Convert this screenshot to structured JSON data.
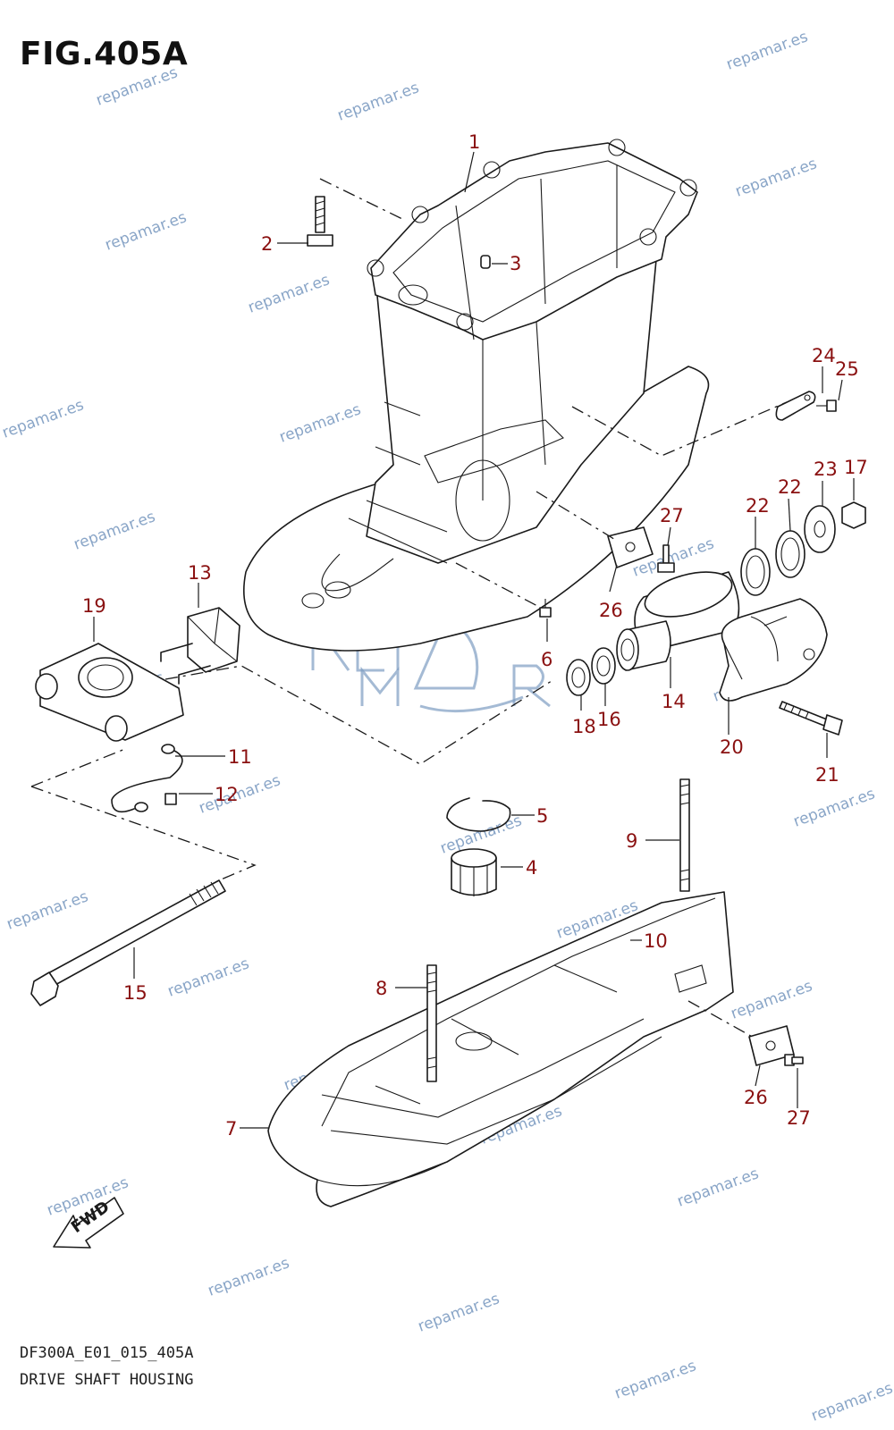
{
  "header": {
    "title": "FIG.405A"
  },
  "footer": {
    "code": "DF300A_E01_015_405A",
    "name": "DRIVE SHAFT HOUSING"
  },
  "watermark": "repamar.es",
  "logo_text": "REPMAR",
  "fwd_label": "FWD",
  "colors": {
    "callout": "#8a1111",
    "watermark": "#7d9cc2",
    "line": "#1a1a1a"
  },
  "callouts": [
    "1",
    "2",
    "3",
    "24",
    "25",
    "17",
    "23",
    "22",
    "22",
    "27",
    "26",
    "6",
    "13",
    "19",
    "14",
    "16",
    "18",
    "20",
    "21",
    "11",
    "12",
    "5",
    "4",
    "9",
    "10",
    "8",
    "15",
    "7",
    "26",
    "27"
  ]
}
